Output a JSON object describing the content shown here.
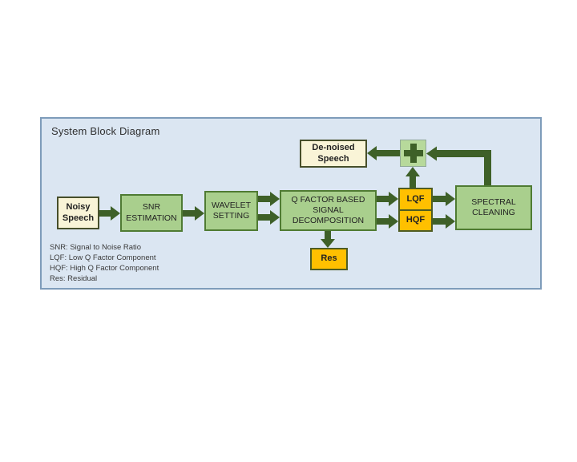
{
  "panel": {
    "title": "System Block Diagram"
  },
  "blocks": {
    "noisy_speech": {
      "line1": "Noisy",
      "line2": "Speech"
    },
    "snr_estimation": {
      "line1": "SNR",
      "line2": "ESTIMATION"
    },
    "wavelet_setting": {
      "line1": "WAVELET",
      "line2": "SETTING"
    },
    "q_factor_decomposition": {
      "line1": "Q FACTOR BASED",
      "line2": "SIGNAL",
      "line3": "DECOMPOSITION"
    },
    "lqf": {
      "label": "LQF"
    },
    "hqf": {
      "label": "HQF"
    },
    "spectral_cleaning": {
      "line1": "SPECTRAL",
      "line2": "CLEANING"
    },
    "adder": {
      "icon": "plus-icon"
    },
    "denoised_speech": {
      "line1": "De-noised",
      "line2": "Speech"
    },
    "res": {
      "label": "Res"
    }
  },
  "legend": {
    "lines": [
      "SNR: Signal to Noise Ratio",
      "LQF: Low Q Factor Component",
      "HQF: High Q Factor Component",
      "Res: Residual"
    ]
  },
  "colors": {
    "arrow": "#3e6028",
    "green_block": "#a9cf8d",
    "green_border": "#4f7b33",
    "orange_block": "#ffc000",
    "cream_block": "#f9f4d7",
    "panel_background": "#dbe6f2",
    "panel_border": "#7e9cba",
    "adder_background": "#b7d99b"
  }
}
